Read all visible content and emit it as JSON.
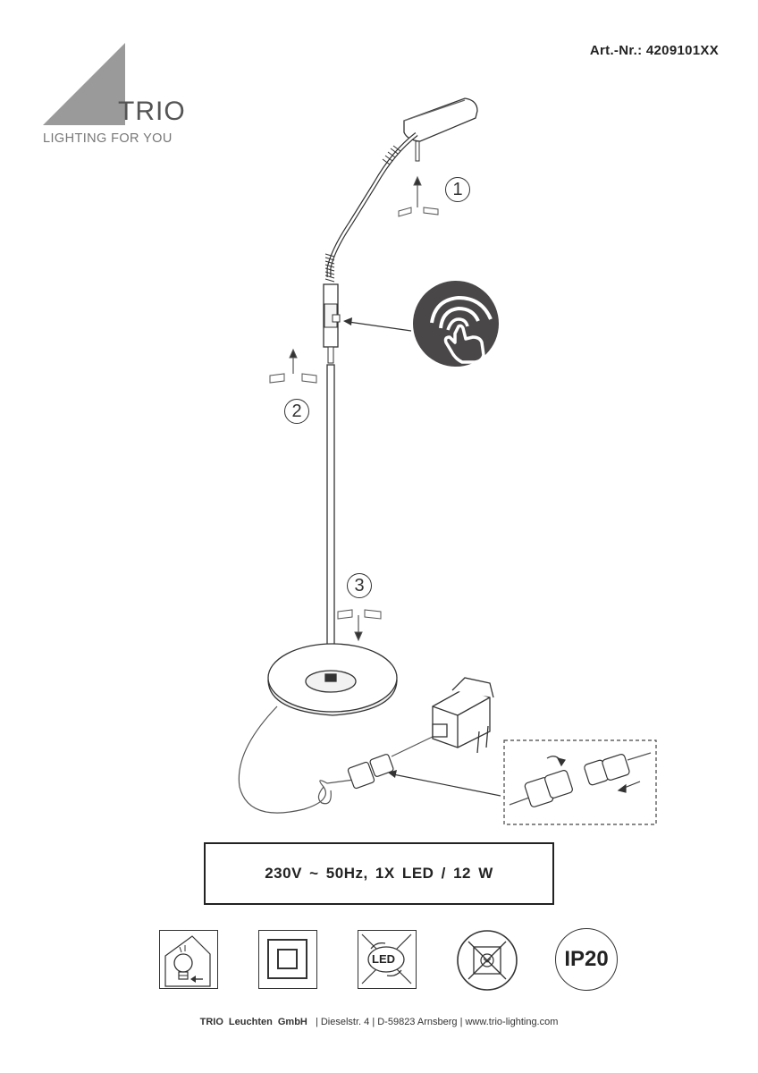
{
  "header": {
    "article_number": "Art.-Nr.: 4209101XX"
  },
  "logo": {
    "name": "TRIO",
    "tagline": "LIGHTING FOR YOU"
  },
  "steps": {
    "step1": "1",
    "step2": "2",
    "step3": "3"
  },
  "spec": {
    "text": "230V  ~ 50Hz,  1X LED   / 12 W"
  },
  "icons": {
    "bulb": "replaceable-bulb-icon",
    "class2": "protection-class-2-icon",
    "led": "LED",
    "disposal": "no-household-disposal-icon",
    "ip": "IP20"
  },
  "footer": {
    "company": "TRIO Leuchten GmbH",
    "address": "| Dieselstr. 4 | D-59823 Arnsberg | www.trio-lighting.com"
  },
  "colors": {
    "logo_gray": "#9a9a9a",
    "touch_dark": "#4a4748"
  }
}
